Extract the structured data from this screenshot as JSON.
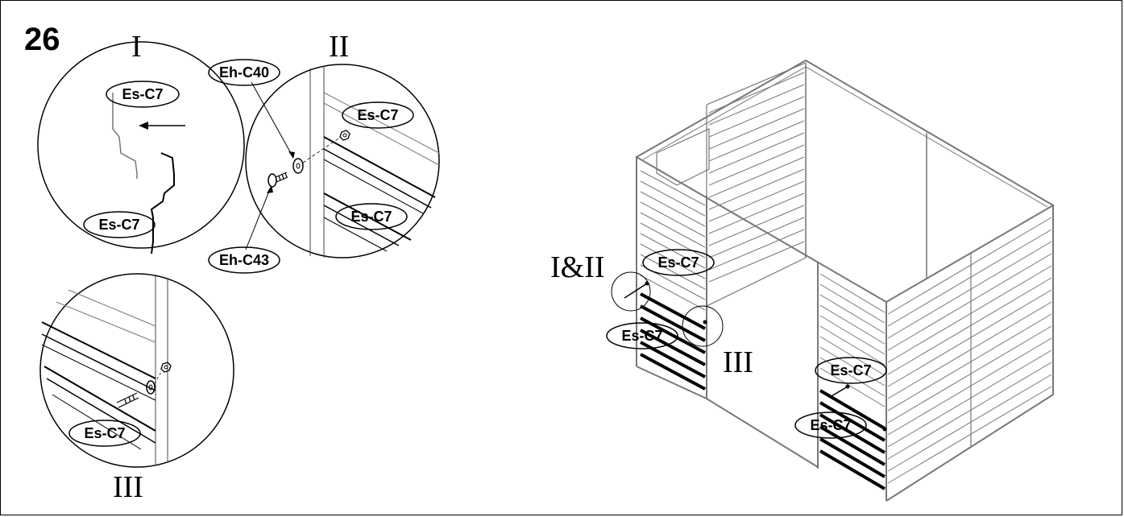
{
  "step_number": "26",
  "views": {
    "view_1": "I",
    "view_2": "II",
    "view_3": "III",
    "view_1_2": "I&II"
  },
  "parts": {
    "panel": "Es-C7",
    "washer": "Eh-C40",
    "bolt": "Eh-C43"
  }
}
